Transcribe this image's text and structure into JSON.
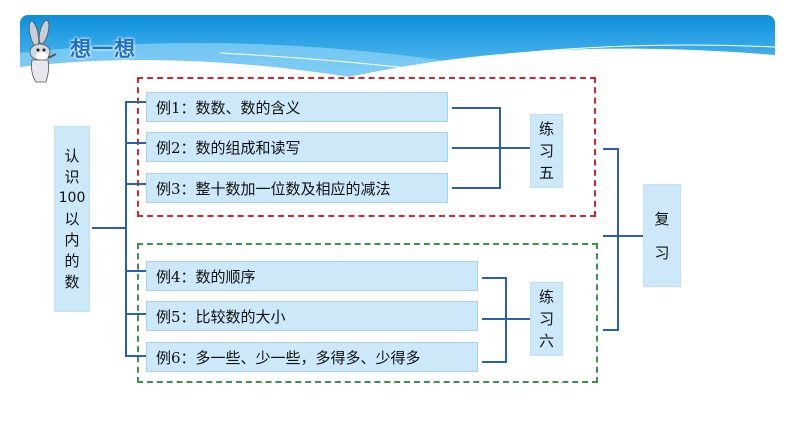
{
  "header": {
    "title": "想一想",
    "banner_color": "#1a9be0",
    "title_color": "#1a6fd1"
  },
  "diagram": {
    "root": {
      "chars": [
        "认",
        "识",
        "100",
        "以",
        "内",
        "的",
        "数"
      ]
    },
    "group_top": {
      "border_color": "#d4262c",
      "items": [
        {
          "label": "例1：数数、数的含义"
        },
        {
          "label": "例2：数的组成和读写"
        },
        {
          "label": "例3：整十数加一位数及相应的减法"
        }
      ],
      "exercise": {
        "chars": [
          "练",
          "习",
          "五"
        ]
      }
    },
    "group_bottom": {
      "border_color": "#3b9447",
      "items": [
        {
          "label": "例4：数的顺序"
        },
        {
          "label": "例5：比较数的大小"
        },
        {
          "label": "例6：多一些、少一些，多得多、少得多"
        }
      ],
      "exercise": {
        "chars": [
          "练",
          "习",
          "六"
        ]
      }
    },
    "review": {
      "chars": [
        "复",
        "习"
      ]
    },
    "box_fill": "#cce8f9",
    "line_color": "#2d5fb0"
  }
}
